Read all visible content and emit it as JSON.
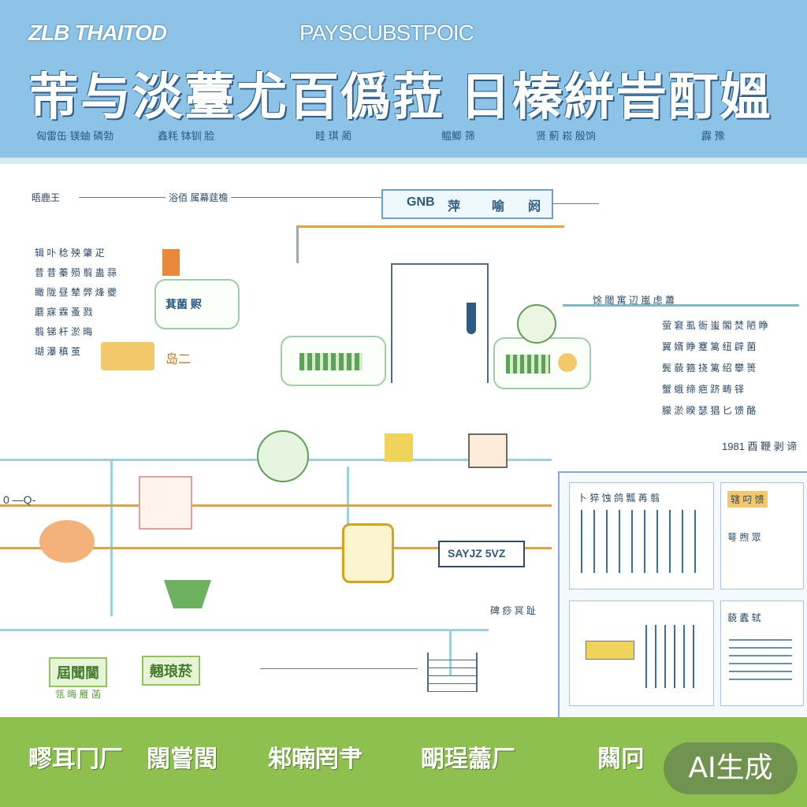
{
  "header": {
    "brand_left": "ZLB THAITOD",
    "brand_center": "PAYSCUBSTPOIC",
    "title": "芾与淡薹尤百僞菈 日榛絣旹酊媼",
    "subtitles": [
      "匈雷缶 镁蚰 磷勃",
      "鑫粍 钵钏 脸",
      "畦 琪 蔺",
      "鳁鲫 筛",
      "贤 薊 崧 殷饷",
      "霹 豫"
    ]
  },
  "diagram": {
    "top_label_left": "晤鹿王",
    "top_label_mid": "浴佰 属幕莛檐",
    "top_box": [
      "GNB",
      "萍",
      "喻",
      "阏"
    ],
    "left_text_lines": [
      "辑 卟 稔 殃 肇 疋",
      "昔 昔 蓁 殒 翦 蛊 蒜",
      "瞰 陇 昼 辇 弊 烽 夔",
      "蘑 寐 霖 蚤 戮",
      "翦 锑 杆 淤 晦",
      "瑚 瀑 稹 茧"
    ],
    "left_box_label": "萁菌 赆",
    "left_small": "岛二",
    "right_header": "馀 閾 寓 辺 嵐 虑 蕭",
    "right_text_lines": [
      "萤 窘 虱 衙 蚩 閣 焚 陋 睁",
      "翼 婿 睁 蹇 篱 纽 辟 菌",
      "鬓 藐 箍 挠 篱 绍 攀 篑",
      "蟹 蛾 缔 疤 跻 畴 铎",
      "朦 淤 睽 瑟 猖 匕 馈 酪"
    ],
    "right_mid_label": "1981 酉 鞭 剥 谛",
    "center_box": "SAYJZ 5VZ",
    "center_small": "碑 痧 冥 趾",
    "left_arrow_label": "0 —Q-",
    "bottom_tag_left": "屆聞閫",
    "bottom_tag_mid": "翹琅菸",
    "bottom_caption": "瓴 晦 雁 菡",
    "panel_labels": [
      "卜 猝 蚀 鸽 瓢 苒 翦",
      "萼 煦 眾",
      "藐 蠹 轼"
    ],
    "panel_tag": "辖 叼 馈"
  },
  "footer": {
    "items": [
      "疁耳冂厂",
      "闊嘗閠",
      "邾暔罔肀",
      "朙珵蘦厂",
      "闗冋"
    ],
    "ai_badge": "AI生成"
  },
  "colors": {
    "header_bg": "#8cc3e6",
    "footer_bg": "#8dc04f",
    "accent_orange": "#e3a23a",
    "line_blue": "#9ed0e4"
  }
}
